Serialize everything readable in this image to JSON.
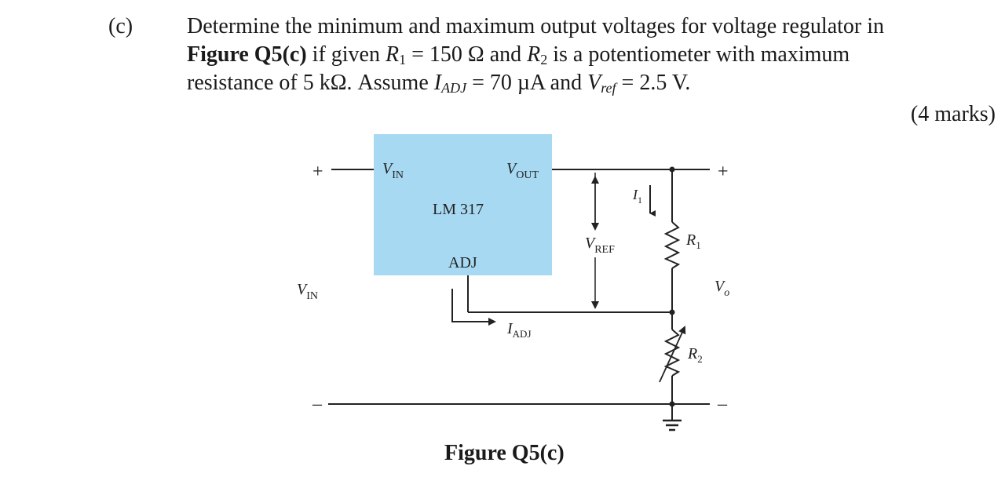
{
  "question": {
    "label": "(c)",
    "line1": "Determine the minimum and maximum output voltages for voltage regulator in",
    "fig_ref": "Figure Q5(c)",
    "line2_a": " if given ",
    "r1_sym": "R",
    "r1_sub": "1",
    "line2_b": " = 150 Ω and ",
    "r2_sym": "R",
    "r2_sub": "2",
    "line2_c": " is a potentiometer with maximum",
    "line3_a": "resistance of 5 kΩ.  Assume ",
    "iadj_sym": "I",
    "iadj_sub": "ADJ",
    "line3_b": " = 70 µA and ",
    "vref_sym": "V",
    "vref_sub": "ref",
    "line3_c": " = 2.5 V.",
    "marks": "(4 marks)"
  },
  "circuit": {
    "chip_name": "LM 317",
    "vin_pin": "V",
    "vin_pin_sub": "IN",
    "vout_pin": "V",
    "vout_pin_sub": "OUT",
    "adj_pin": "ADJ",
    "input_label": "V",
    "input_label_sub": "IN",
    "plus_left": "+",
    "minus_left": "–",
    "plus_right": "+",
    "minus_right": "–",
    "output_label": "V",
    "output_label_sub": "o",
    "vref_label": "V",
    "vref_label_sub": "REF",
    "i1_label": "I",
    "i1_label_sub": "1",
    "r1_label": "R",
    "r1_label_sub": "1",
    "r2_label": "R",
    "r2_label_sub": "2",
    "iadj_label": "I",
    "iadj_label_sub": "ADJ",
    "chip_color": "#a7d9f2"
  },
  "caption": "Figure Q5(c)"
}
